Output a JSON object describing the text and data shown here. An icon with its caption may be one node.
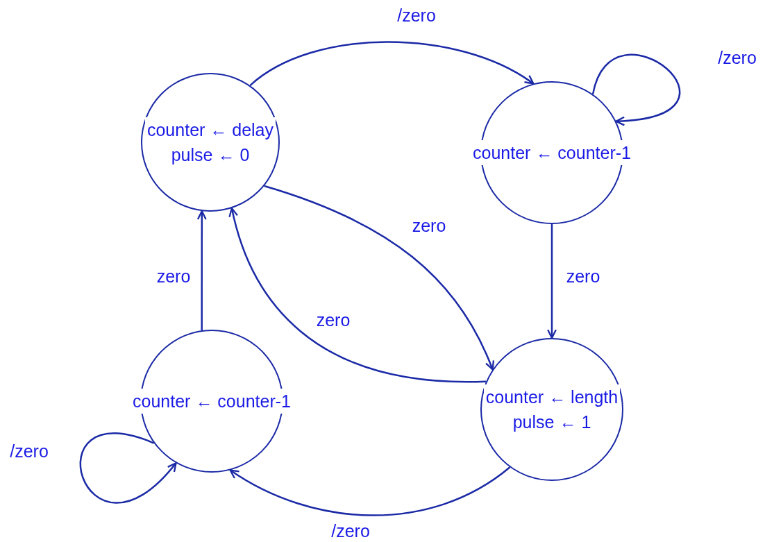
{
  "diagram": {
    "nodes": [
      {
        "text": [
          "counter ← delay",
          "pulse ← 0"
        ]
      },
      {
        "text": [
          "counter ← counter-1"
        ]
      },
      {
        "text": [
          "counter ← counter-1"
        ]
      },
      {
        "text": [
          "counter ← length",
          "pulse ← 1"
        ]
      }
    ],
    "edges": [
      {
        "from": 0,
        "to": 1,
        "arrow": "to",
        "label": "/zero"
      },
      {
        "from": 1,
        "to": 1,
        "arrow": "to",
        "label": "/zero"
      },
      {
        "from": 1,
        "to": 3,
        "arrow": "to",
        "label": "zero"
      },
      {
        "from": 0,
        "to": 3,
        "arrow": "to",
        "label": "zero"
      },
      {
        "from": 3,
        "to": 0,
        "arrow": "to",
        "label": "zero"
      },
      {
        "from": 3,
        "to": 2,
        "arrow": "to",
        "label": "/zero"
      },
      {
        "from": 2,
        "to": 2,
        "arrow": "to",
        "label": "/zero"
      },
      {
        "from": 2,
        "to": 0,
        "arrow": "to",
        "label": "zero"
      }
    ]
  }
}
